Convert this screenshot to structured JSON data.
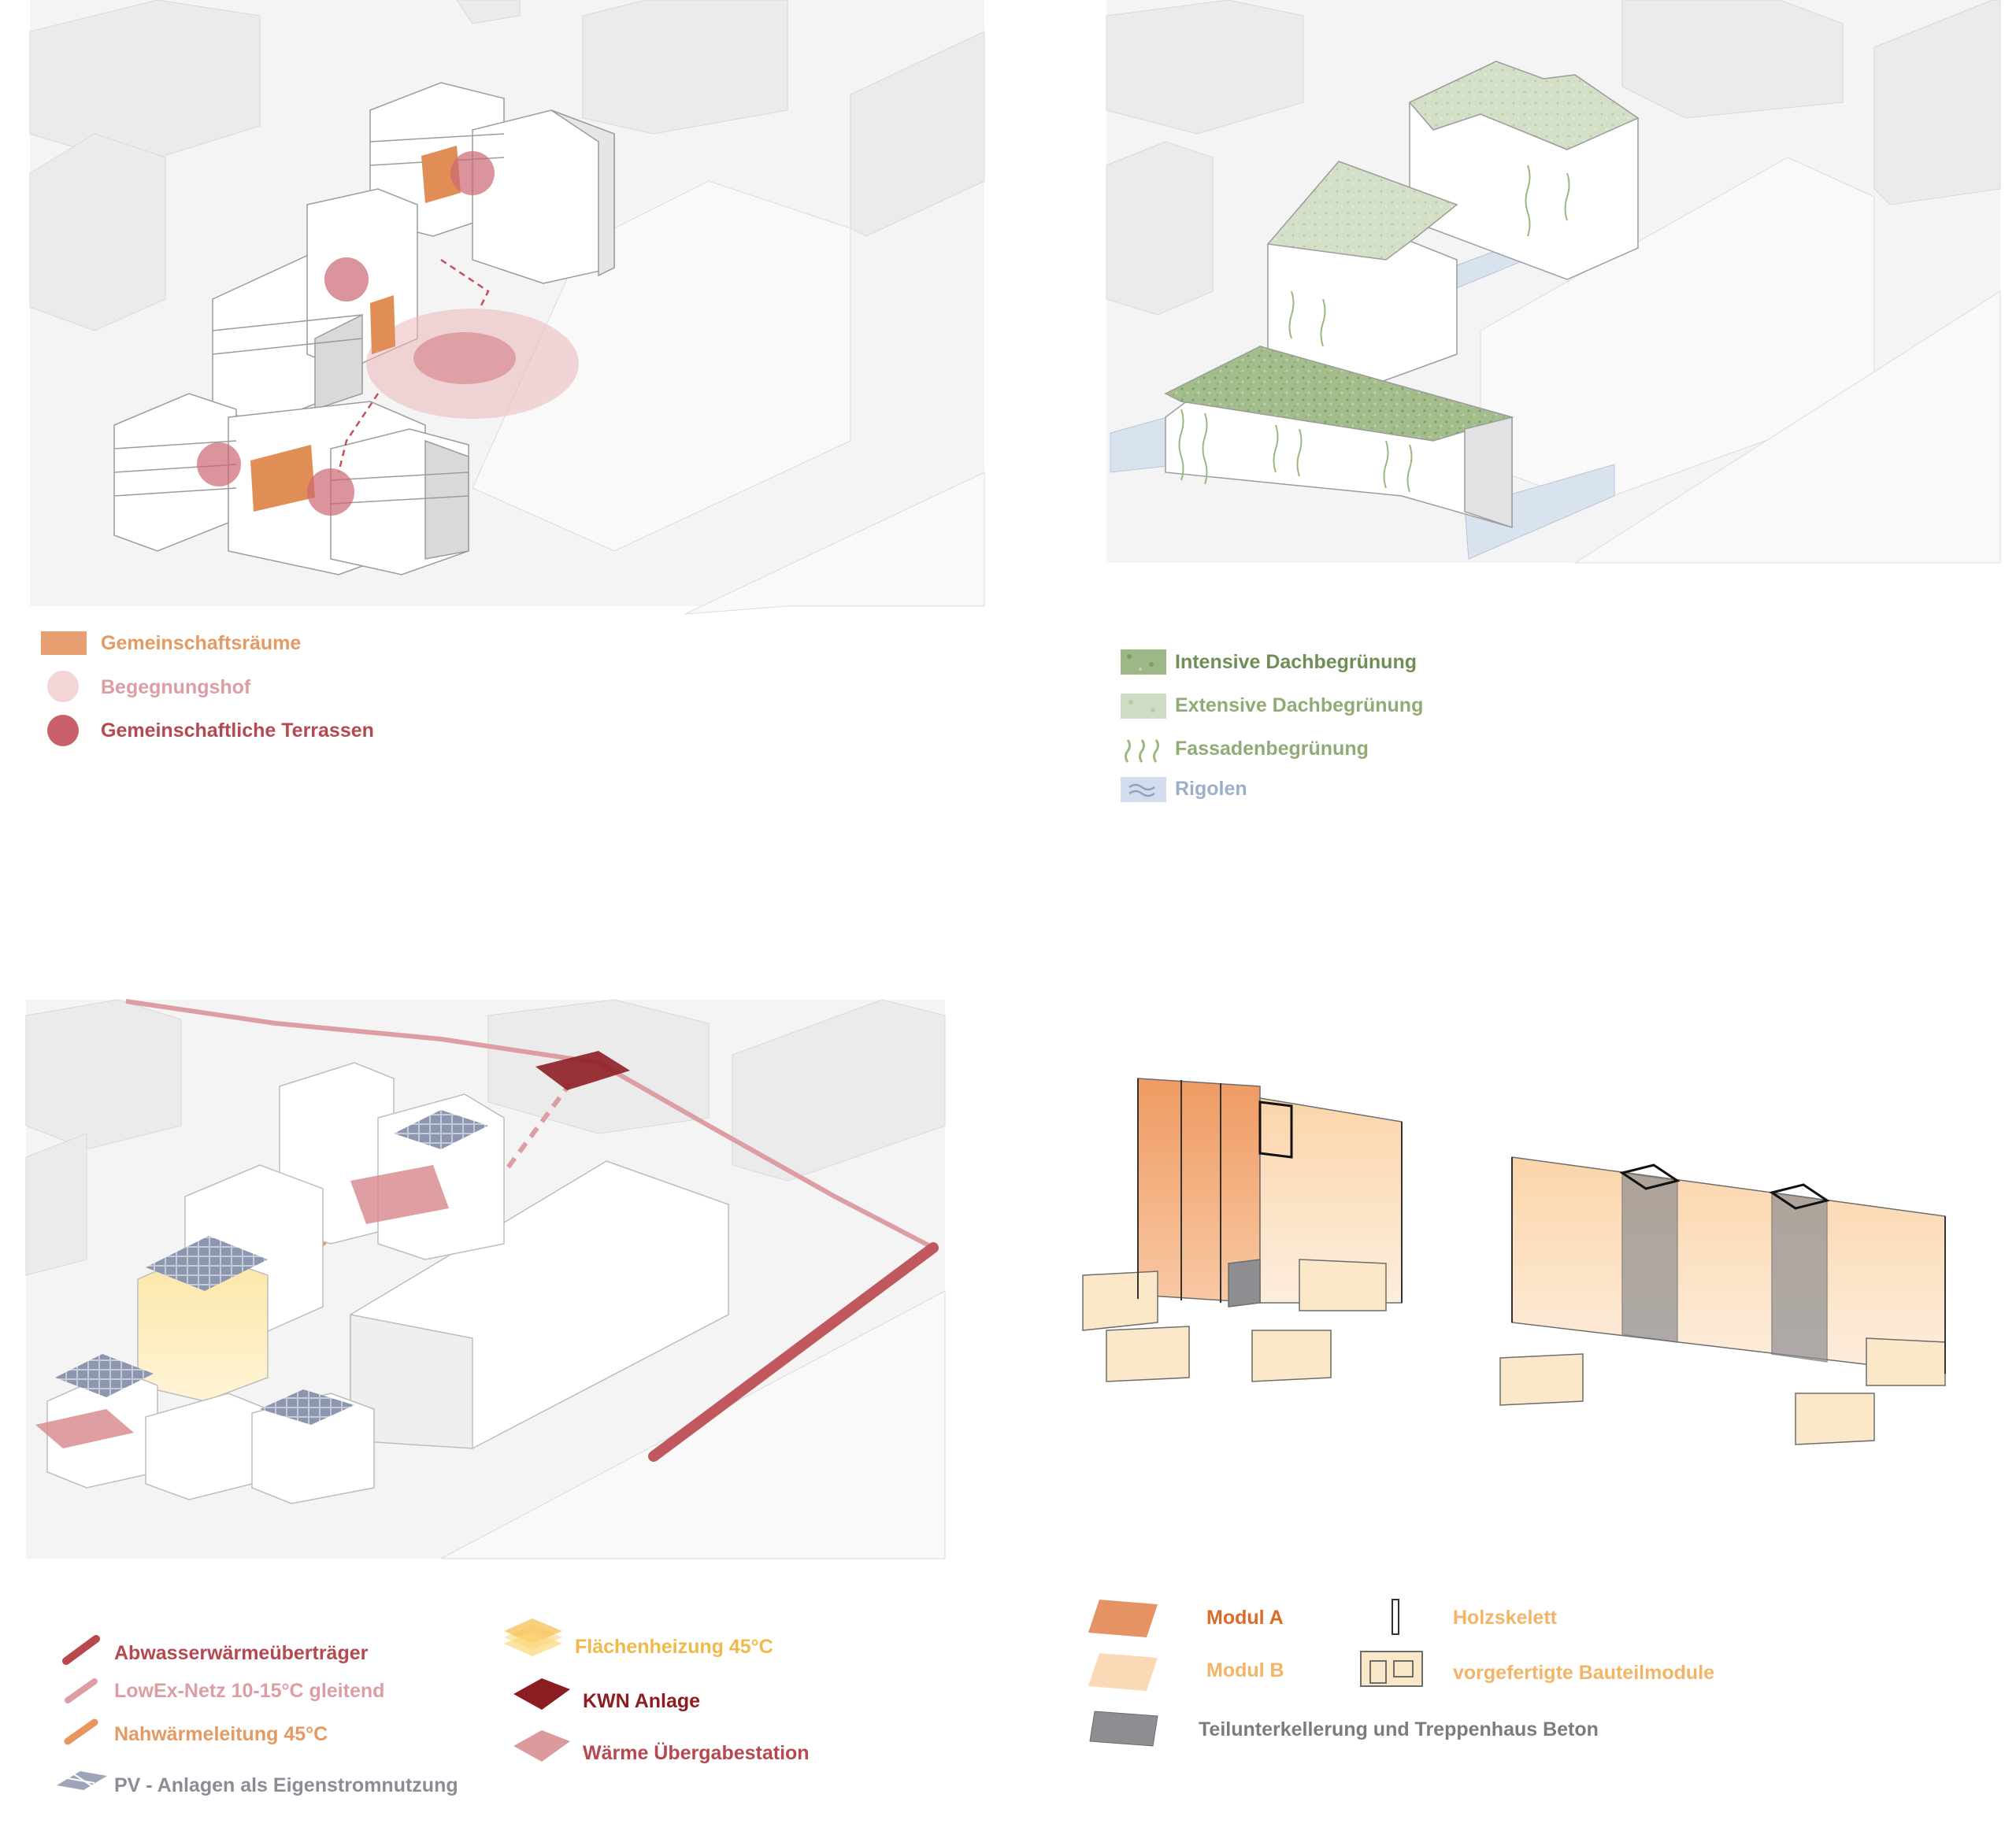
{
  "panels": {
    "community": {
      "legend": [
        {
          "label": "Gemeinschaftsräume",
          "swatch": "square",
          "color": "#e8a072"
        },
        {
          "label": "Begegnungshof",
          "swatch": "circle",
          "color": "#f2d5d7"
        },
        {
          "label": "Gemeinschaftliche Terrassen",
          "swatch": "circle",
          "color": "#c8616a"
        }
      ]
    },
    "greening": {
      "legend": [
        {
          "label": "Intensive Dachbegrünung",
          "swatch": "square-texture",
          "color": "#9db886"
        },
        {
          "label": "Extensive Dachbegrünung",
          "swatch": "square-texture",
          "color": "#cfdcc3"
        },
        {
          "label": "Fassadenbegrünung",
          "swatch": "vines-icon",
          "color": "#9bb97f"
        },
        {
          "label": "Rigolen",
          "swatch": "waves-icon",
          "color": "#d2dcec"
        }
      ]
    },
    "energy": {
      "legend": [
        {
          "label": "Abwasserwärmeüberträger",
          "swatch": "line",
          "color": "#b8484c"
        },
        {
          "label": "LowEx-Netz 10-15°C gleitend",
          "swatch": "line",
          "color": "#dc9ea2"
        },
        {
          "label": "Nahwärmeleitung 45°C",
          "swatch": "line",
          "color": "#e9955e"
        },
        {
          "label": "PV - Anlagen als Eigenstromnutzung",
          "swatch": "pv-icon",
          "color": "#9ea5b9"
        },
        {
          "label": "Flächenheizung 45°C",
          "swatch": "layers-icon",
          "color": "#f6c65e"
        },
        {
          "label": "KWN Anlage",
          "swatch": "rhombus",
          "color": "#8a1c22"
        },
        {
          "label": "Wärme Übergabestation",
          "swatch": "rhombus",
          "color": "#dc9a9d"
        }
      ]
    },
    "construction": {
      "legend": [
        {
          "label": "Modul A",
          "swatch": "parallelogram",
          "color": "#e59362"
        },
        {
          "label": "Modul B",
          "swatch": "parallelogram",
          "color": "#fbd8b6"
        },
        {
          "label": "Teilunterkellerung und Treppenhaus Beton",
          "swatch": "parallelogram",
          "color": "#8e8e92"
        },
        {
          "label": "Holzskelett",
          "swatch": "column-icon",
          "color": "#555555"
        },
        {
          "label": "vorgefertigte Bauteilmodule",
          "swatch": "panel-icon",
          "color": "#fbe8c8"
        }
      ]
    }
  }
}
